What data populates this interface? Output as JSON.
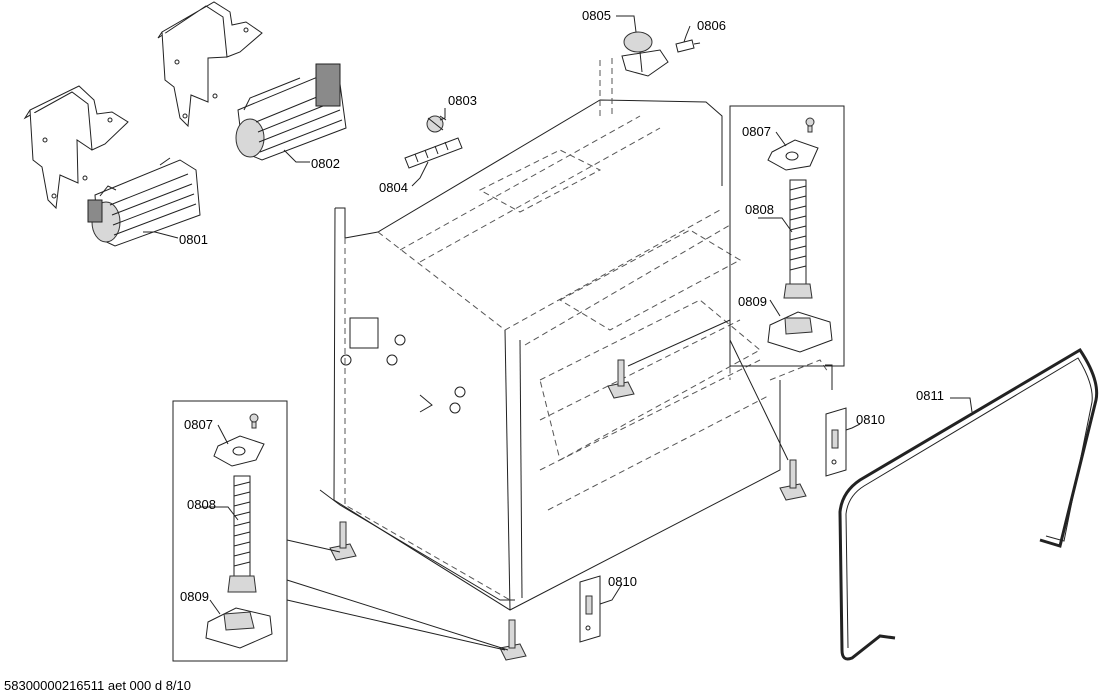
{
  "callouts": {
    "p0801": "0801",
    "p0802": "0802",
    "p0803": "0803",
    "p0804": "0804",
    "p0805": "0805",
    "p0806": "0806",
    "p0807_right": "0807",
    "p0808_right": "0808",
    "p0809_right": "0809",
    "p0807_left": "0807",
    "p0808_left": "0808",
    "p0809_left": "0809",
    "p0810_right": "0810",
    "p0810_bottom": "0810",
    "p0811": "0811"
  },
  "footer": {
    "document_code": "58300000216511 aet 000 d 8/10"
  }
}
